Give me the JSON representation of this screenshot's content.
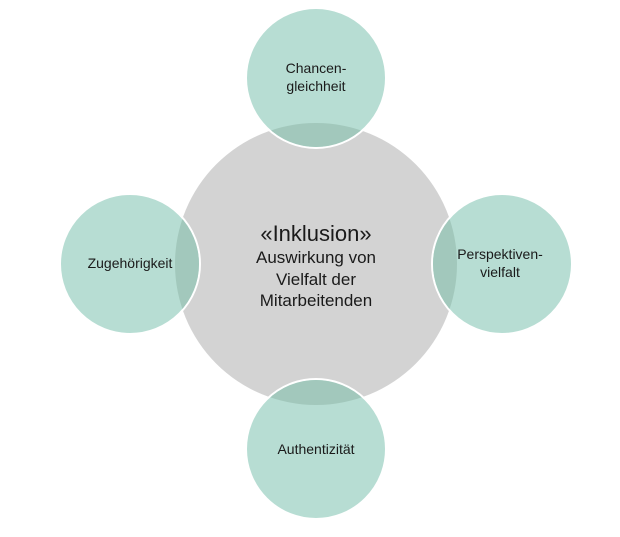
{
  "diagram": {
    "type": "radial-venn",
    "colors": {
      "center_fill": "#d3d3d3",
      "satellite_fill": "#b7ddd3",
      "overlap_fill": "#a2c8bc",
      "outline": "#ffffff",
      "text": "#1a1a1a"
    },
    "center": {
      "title": "«Inklusion»",
      "lines": [
        "Auswirkung von",
        "Vielfalt der",
        "Mitarbeitenden"
      ]
    },
    "satellites": [
      {
        "position": "top",
        "lines": [
          "Chancen-",
          "gleichheit"
        ]
      },
      {
        "position": "right",
        "lines": [
          "Perspektiven-",
          "vielfalt"
        ]
      },
      {
        "position": "bottom",
        "lines": [
          "Authentizität"
        ]
      },
      {
        "position": "left",
        "lines": [
          "Zugehörigkeit"
        ]
      }
    ]
  }
}
